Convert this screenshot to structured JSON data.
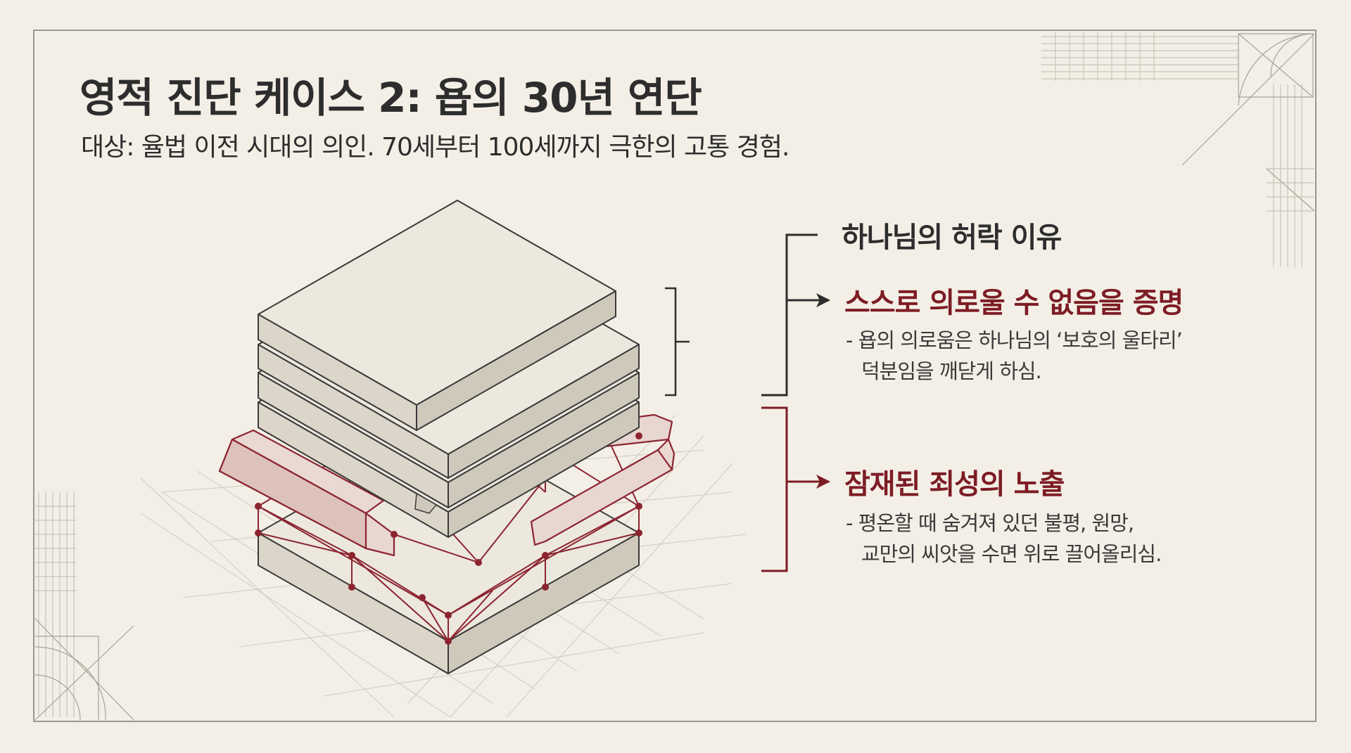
{
  "header": {
    "title": "영적 진단 케이스 2: 욥의 30년 연단",
    "subtitle": "대상: 율법 이전 시대의 의인. 70세부터 100세까지 극한의 고통 경험."
  },
  "reasons": {
    "heading": "하나님의 허락 이유",
    "points": [
      {
        "title": "스스로 의로울 수 없음을 증명",
        "lines": [
          "- 욥의 의로움은 하나님의 ‘보호의 울타리’",
          "덕분임을 깨닫게 하심."
        ]
      },
      {
        "title": "잠재된 죄성의 노출",
        "lines": [
          "- 평온할 때 숨겨져 있던 불평, 원망,",
          "교만의 씨앗을 수면 위로 끌어올리심."
        ]
      }
    ]
  },
  "colors": {
    "background": "#f3efe6",
    "text": "#2d2d2d",
    "accent_red": "#7d1c24",
    "slab_fill": "#e6e1d6",
    "line": "#3a3a3a"
  },
  "icons": [
    "arrow-right-icon",
    "bracket-icon"
  ]
}
